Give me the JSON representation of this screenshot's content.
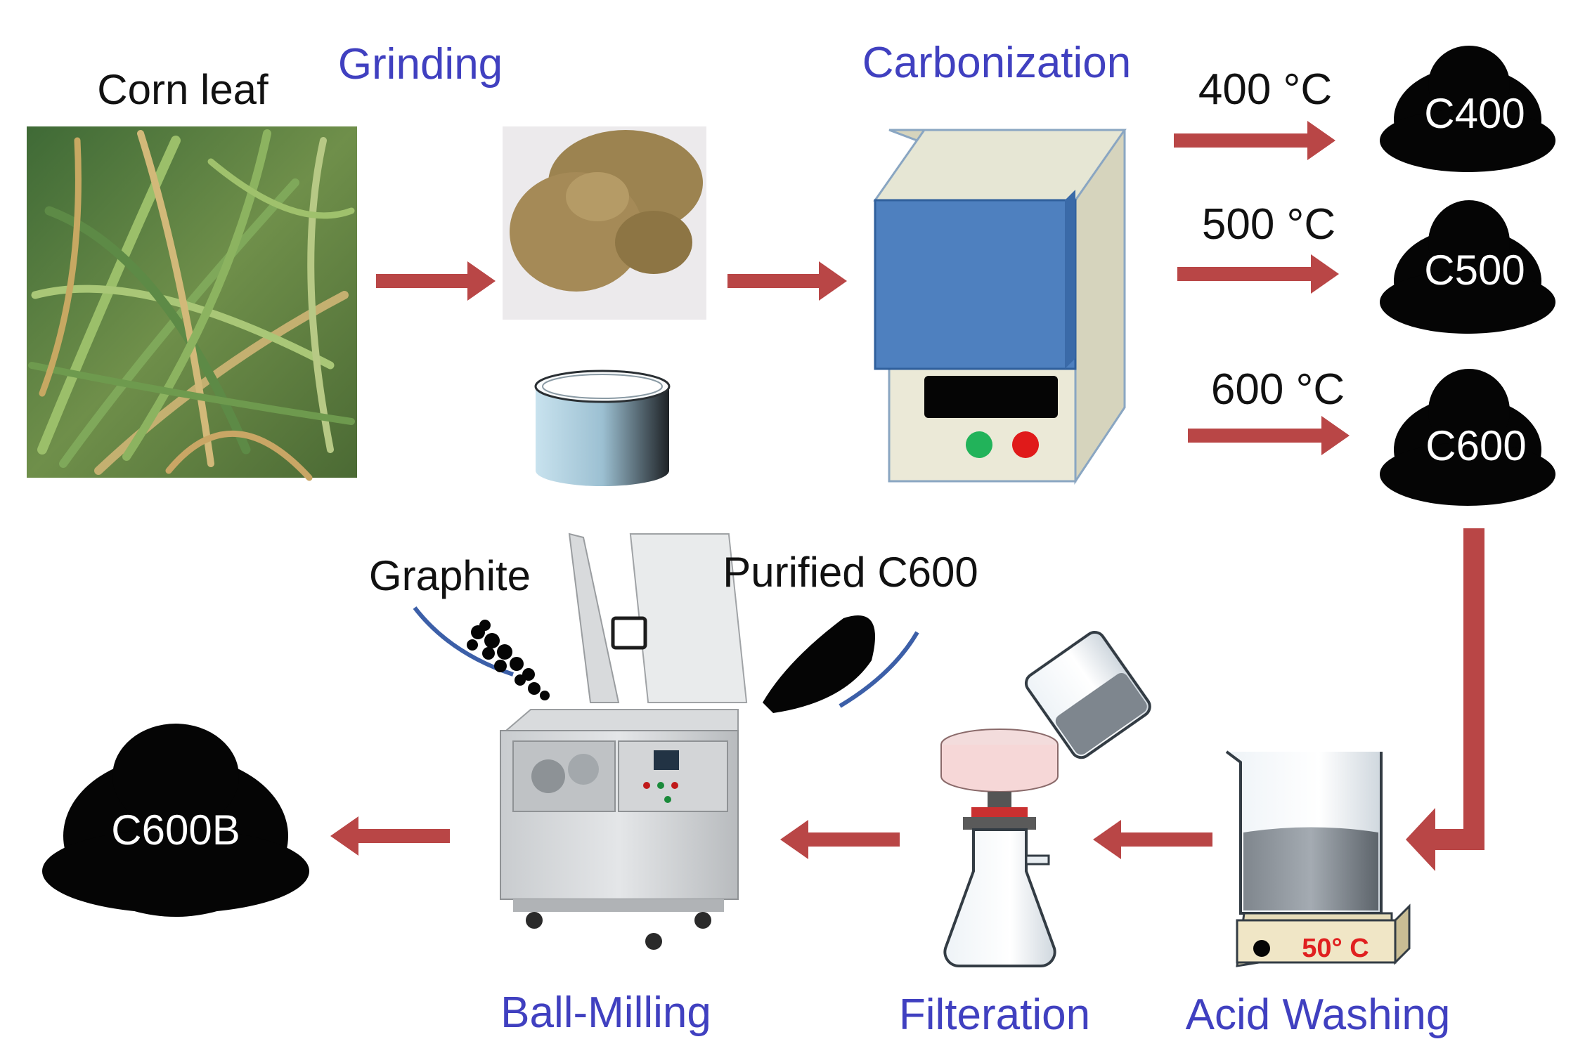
{
  "labels": {
    "corn_leaf": "Corn leaf",
    "grinding": "Grinding",
    "carbonization": "Carbonization",
    "temp_400": "400 °C",
    "temp_500": "500 °C",
    "temp_600": "600 °C",
    "c400": "C400",
    "c500": "C500",
    "c600": "C600",
    "graphite": "Graphite",
    "purified_c600": "Purified C600",
    "c600b": "C600B",
    "ball_milling": "Ball-Milling",
    "filteration": "Filteration",
    "acid_washing": "Acid Washing",
    "hotplate_temp": "50° C"
  },
  "colors": {
    "step_label": "#4040c0",
    "arrow": "#b94646",
    "powder": "#050505",
    "hotplate_text": "#e02020"
  }
}
